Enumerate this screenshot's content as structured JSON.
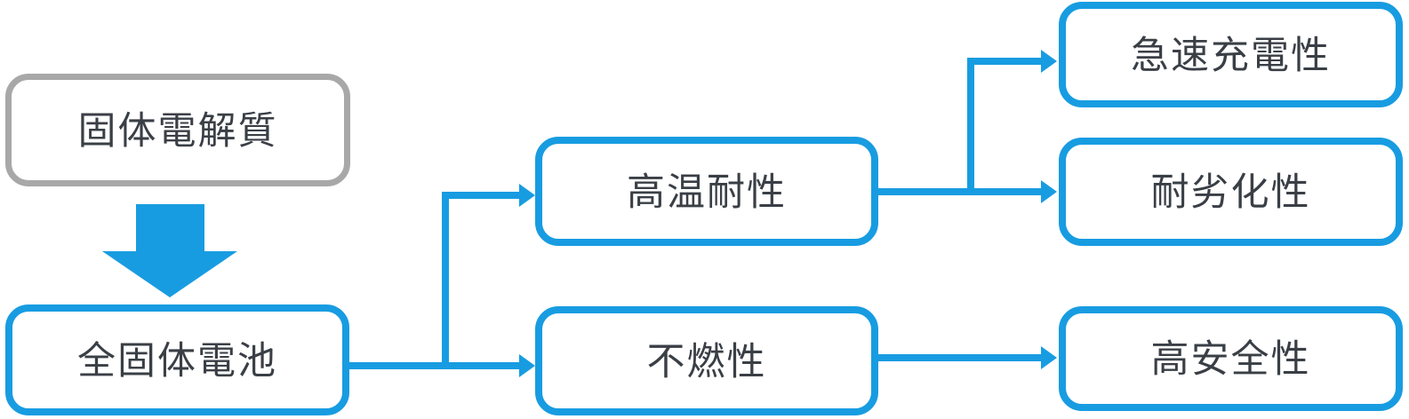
{
  "diagram": {
    "type": "flowchart",
    "colors": {
      "accent_blue": "#189CE1",
      "neutral_gray": "#A8A8A8",
      "text_dark": "#3A3F46",
      "bg": "#FFFFFF"
    },
    "nodes": {
      "solid_electrolyte": {
        "label": "固体電解質",
        "border": "gray"
      },
      "all_solid_state_battery": {
        "label": "全固体電池",
        "border": "blue"
      },
      "high_temp_resistance": {
        "label": "高温耐性",
        "border": "blue"
      },
      "non_flammability": {
        "label": "不燃性",
        "border": "blue"
      },
      "rapid_charging": {
        "label": "急速充電性",
        "border": "blue"
      },
      "degradation_resistance": {
        "label": "耐劣化性",
        "border": "blue"
      },
      "high_safety": {
        "label": "高安全性",
        "border": "blue"
      }
    },
    "edges": [
      {
        "from": "solid_electrolyte",
        "to": "all_solid_state_battery",
        "style": "block-down-arrow"
      },
      {
        "from": "all_solid_state_battery",
        "to": "high_temp_resistance",
        "style": "elbow-arrow"
      },
      {
        "from": "all_solid_state_battery",
        "to": "non_flammability",
        "style": "straight-arrow"
      },
      {
        "from": "high_temp_resistance",
        "to": "rapid_charging",
        "style": "elbow-arrow"
      },
      {
        "from": "high_temp_resistance",
        "to": "degradation_resistance",
        "style": "straight-arrow"
      },
      {
        "from": "non_flammability",
        "to": "high_safety",
        "style": "straight-arrow"
      }
    ]
  }
}
